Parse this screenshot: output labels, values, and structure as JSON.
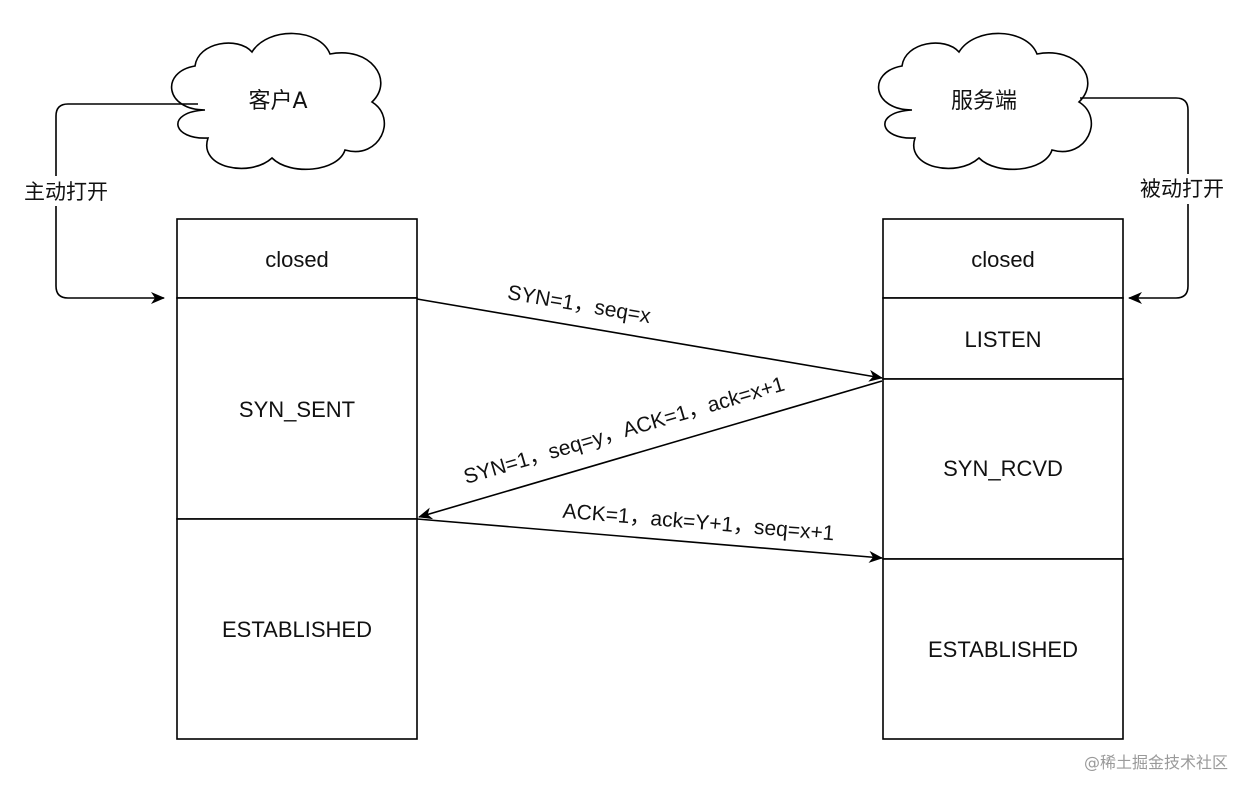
{
  "client": {
    "cloud_label": "客户A",
    "open_label": "主动打开",
    "states": [
      "closed",
      "SYN_SENT",
      "ESTABLISHED"
    ]
  },
  "server": {
    "cloud_label": "服务端",
    "open_label": "被动打开",
    "states": [
      "closed",
      "LISTEN",
      "SYN_RCVD",
      "ESTABLISHED"
    ]
  },
  "messages": [
    {
      "label": "SYN=1，seq=x",
      "direction": "client-to-server"
    },
    {
      "label": "SYN=1，seq=y，ACK=1，ack=x+1",
      "direction": "server-to-client"
    },
    {
      "label": "ACK=1，ack=Y+1，seq=x+1",
      "direction": "client-to-server"
    }
  ],
  "watermark": "@稀土掘金技术社区",
  "colors": {
    "line": "#000000",
    "text": "#111111",
    "watermark": "#9a9a9a"
  }
}
